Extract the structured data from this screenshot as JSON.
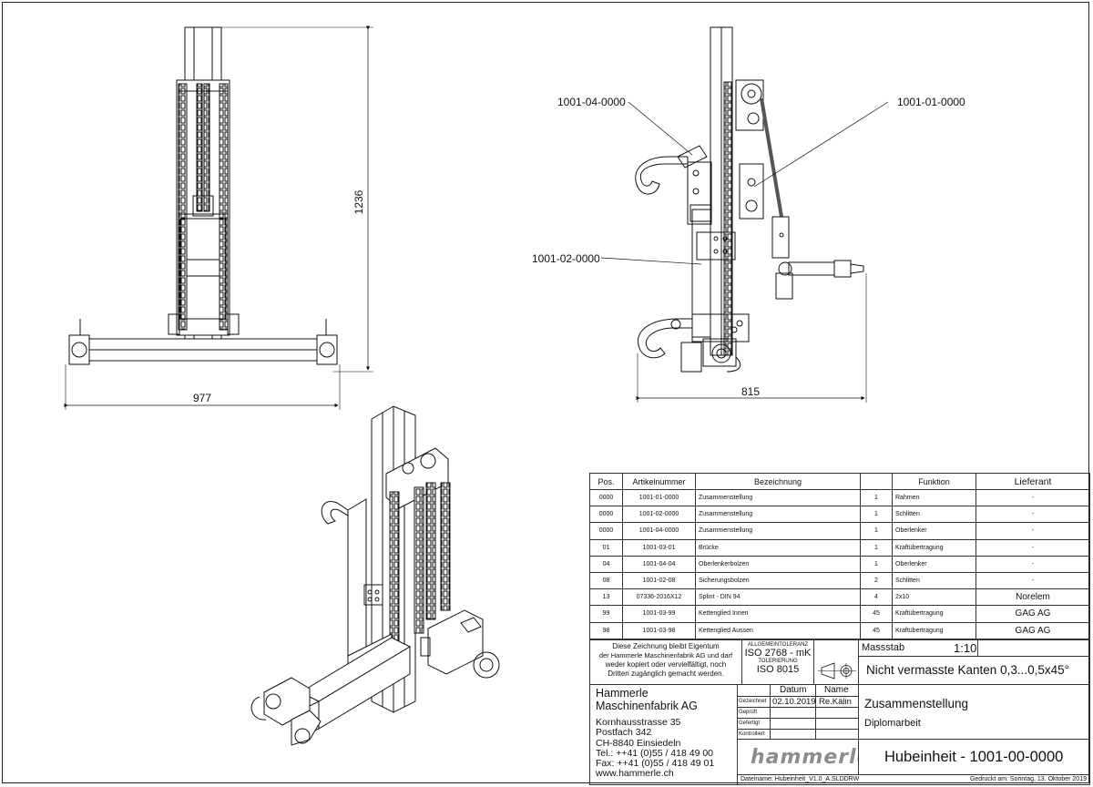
{
  "drawing": {
    "dimensions": {
      "front_height": "1236",
      "front_width": "977",
      "side_width": "815"
    },
    "callouts": {
      "a": "1001-04-0000",
      "b": "1001-01-0000",
      "c": "1001-02-0000"
    }
  },
  "bom": {
    "headers": [
      "Pos.",
      "Artikelnummer",
      "Bezeichnung",
      "",
      "Funktion",
      "Lieferant"
    ],
    "rows": [
      [
        "0000",
        "1001-01-0000",
        "Zusammenstellung",
        "1",
        "Rahmen",
        "-"
      ],
      [
        "0000",
        "1001-02-0000",
        "Zusammenstellung",
        "1",
        "Schlitten",
        "-"
      ],
      [
        "0000",
        "1001-04-0000",
        "Zusammenstellung",
        "1",
        "Oberlenker",
        "-"
      ],
      [
        "01",
        "1001-03-01",
        "Brücke",
        "1",
        "Kraftübertragung",
        "-"
      ],
      [
        "04",
        "1001-04-04",
        "Oberlenkerbolzen",
        "1",
        "Oberlenker",
        "-"
      ],
      [
        "08",
        "1001-02-08",
        "Sicherungsbolzen",
        "2",
        "Schlitten",
        "-"
      ],
      [
        "13",
        "07336-2016X12",
        "Splint - DIN 94",
        "4",
        "2x10",
        "Norelem"
      ],
      [
        "99",
        "1001-03-99",
        "Kettenglied Innen",
        "45",
        "Kraftübertragung",
        "GAG AG"
      ],
      [
        "98",
        "1001-03-98",
        "Kettenglied Aussen",
        "45",
        "Kraftübertragung",
        "GAG AG"
      ]
    ]
  },
  "title_block": {
    "ownership_note": [
      "Diese Zeichnung bleibt Eigentum",
      "der Hammerle Maschinenfabrik AG und darf",
      "weder kopiert oder vervielfältigt, noch",
      "Dritten zugänglich gemacht werden."
    ],
    "tolerance_label": "ALLGEMEINTOLERANZ",
    "tolerance_value": "ISO 2768 - mK",
    "tolerancing_label": "TOLERIERUNG",
    "tolerancing_value": "ISO 8015",
    "scale_label": "Massstab",
    "scale_value": "1:10",
    "edges_note": "Nicht vermasste Kanten 0,3...0,5x45°",
    "company": {
      "name_line1": "Hammerle",
      "name_line2": "Maschinenfabrik AG",
      "street": "Kornhausstrasse  35",
      "postbox": "Postfach  342",
      "city": "CH-8840 Einsiedeln",
      "tel": "Tel.: ++41 (0)55 / 418 49 00",
      "fax": "Fax: ++41 (0)55 / 418 49 01",
      "web": "www.hammerle.ch",
      "logo": "hammerle"
    },
    "approval": {
      "col_date": "Datum",
      "col_name": "Name",
      "rows": [
        {
          "label": "Gezeichnet",
          "date": "02.10.2019",
          "name": "Re.Kälin"
        },
        {
          "label": "Geprüft",
          "date": "",
          "name": ""
        },
        {
          "label": "Gefertigt",
          "date": "",
          "name": ""
        },
        {
          "label": "Kontrolliert",
          "date": "",
          "name": ""
        }
      ]
    },
    "title_line1": "Zusammenstellung",
    "title_line2": "Diplomarbeit",
    "drawing_title": "Hubeinheit - 1001-00-0000",
    "filename": "Dateiname: Hubeinheit_V1.0_A.SLDDRW",
    "printed": "Gedruckt am: Sonntag, 13. Oktober 2019"
  }
}
